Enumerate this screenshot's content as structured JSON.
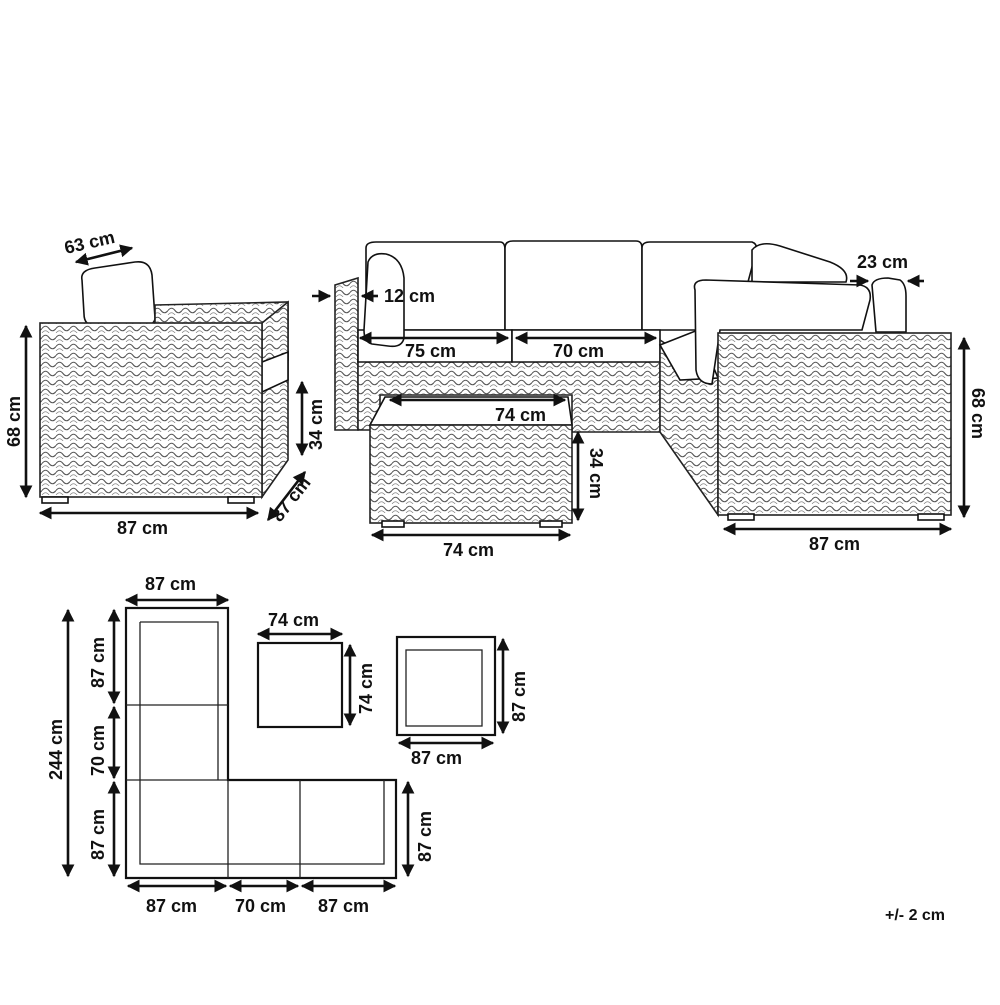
{
  "dimensions": {
    "armchair_cushion_width": "63 cm",
    "armchair_height": "68 cm",
    "armchair_seat_height": "34 cm",
    "armchair_width": "87 cm",
    "armchair_depth": "87 cm",
    "arm_width": "12 cm",
    "corner_cushion_width": "75 cm",
    "middle_cushion_width": "70 cm",
    "pillow_depth": "23 cm",
    "table_top_depth": "74 cm",
    "table_height": "34 cm",
    "table_width": "74 cm",
    "end_module_height": "68 cm",
    "end_module_width": "87 cm",
    "plan_top_width": "87 cm",
    "plan_left_top": "87 cm",
    "plan_left_middle": "70 cm",
    "plan_left_bottom": "87 cm",
    "plan_total_length": "244 cm",
    "plan_bottom_left": "87 cm",
    "plan_bottom_middle": "70 cm",
    "plan_bottom_right": "87 cm",
    "plan_right_height": "87 cm",
    "plan_table_width": "74 cm",
    "plan_table_depth": "74 cm",
    "plan_chair_depth": "87 cm",
    "plan_chair_width": "87 cm"
  },
  "tolerance": "+/- 2 cm"
}
